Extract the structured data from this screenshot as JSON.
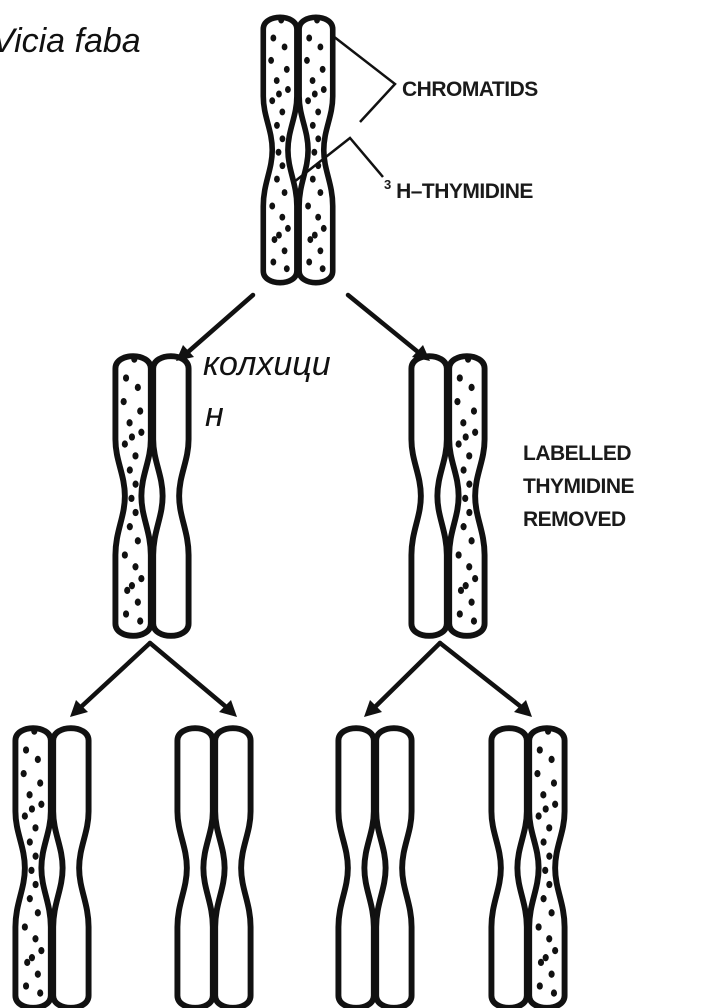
{
  "labels": {
    "species": "Vicia faba",
    "chromatids": "CHROMATIDS",
    "thymidine_superscript": "3",
    "thymidine_rest": "H–THYMIDINE",
    "colchicine_line1": "колхици",
    "colchicine_line2": "н",
    "removed_line1": "LABELLED",
    "removed_line2": "THYMIDINE",
    "removed_line3": "REMOVED"
  },
  "chromosomes": [
    {
      "name": "chromosome-generation-1",
      "left_chromatid": "labelled",
      "right_chromatid": "labelled"
    },
    {
      "name": "chromosome-generation-2-left",
      "left_chromatid": "labelled",
      "right_chromatid": "unlabelled"
    },
    {
      "name": "chromosome-generation-2-right",
      "left_chromatid": "unlabelled",
      "right_chromatid": "labelled"
    },
    {
      "name": "chromosome-generation-3-1",
      "left_chromatid": "labelled",
      "right_chromatid": "unlabelled"
    },
    {
      "name": "chromosome-generation-3-2",
      "left_chromatid": "unlabelled",
      "right_chromatid": "unlabelled"
    },
    {
      "name": "chromosome-generation-3-3",
      "left_chromatid": "unlabelled",
      "right_chromatid": "unlabelled"
    },
    {
      "name": "chromosome-generation-3-4",
      "left_chromatid": "unlabelled",
      "right_chromatid": "labelled"
    }
  ],
  "colors": {
    "ink": "#111111",
    "background": "#ffffff"
  }
}
